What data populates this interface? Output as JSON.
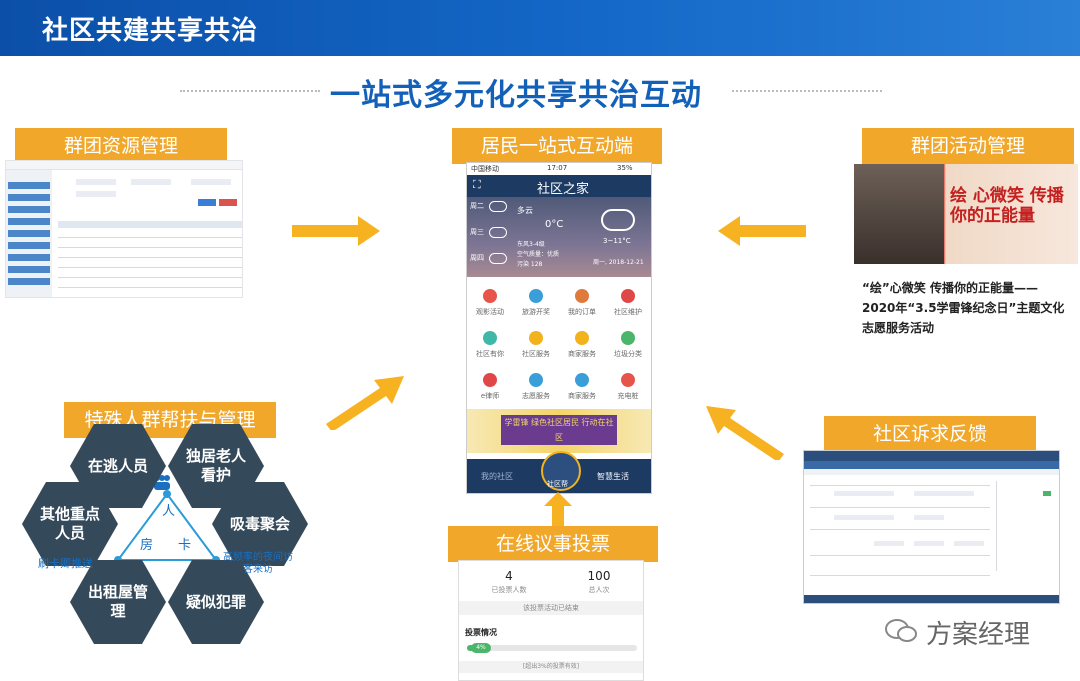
{
  "header": {
    "title": "社区共建共享共治"
  },
  "main_title": "一站式多元化共享共治互动",
  "sections": {
    "resource": {
      "label": "群团资源管理"
    },
    "resident": {
      "label": "居民一站式互动端"
    },
    "activity": {
      "label": "群团活动管理"
    },
    "special": {
      "label": "特殊人群帮扶与管理"
    },
    "vote": {
      "label": "在线议事投票"
    },
    "feedback": {
      "label": "社区诉求反馈"
    }
  },
  "activity": {
    "banner_big": "绘 心微笑 传播你的正能量",
    "caption": "“绘”心微笑 传播你的正能量—— 2020年“3.5学雷锋纪念日”主题文化志愿服务活动"
  },
  "phone": {
    "status_left": "中国移动",
    "status_time": "17:07",
    "status_right": "35%",
    "app_title": "社区之家",
    "days": [
      "周二",
      "周三",
      "周四"
    ],
    "weather_cond": "多云",
    "temp": "0°C",
    "aqi_label": "东风3-4级",
    "air_quality": "空气质量：优质",
    "pollen": "污染 128",
    "range": "3~11°C",
    "date": "周一, 2018-12-21",
    "grid": [
      {
        "label": "观影活动",
        "color": "#e6544a"
      },
      {
        "label": "旅游开奖",
        "color": "#3a9fd8"
      },
      {
        "label": "我的订单",
        "color": "#e07a3c"
      },
      {
        "label": "社区维护",
        "color": "#e04848"
      },
      {
        "label": "社区有你",
        "color": "#3fb8a8"
      },
      {
        "label": "社区服务",
        "color": "#f2b21c"
      },
      {
        "label": "商家服务",
        "color": "#f2b21c"
      },
      {
        "label": "垃圾分类",
        "color": "#4bb56a"
      },
      {
        "label": "e律师",
        "color": "#e04848"
      },
      {
        "label": "志愿服务",
        "color": "#3a9fd8"
      },
      {
        "label": "商家服务",
        "color": "#3a9fd8"
      },
      {
        "label": "充电桩",
        "color": "#e6544a"
      }
    ],
    "banner_text": "学雷锋 绿色社区居民 行动在社区",
    "nav_left": "我的社区",
    "nav_center": "社区帮",
    "nav_right": "智慧生活"
  },
  "special": {
    "hexes": [
      "在逃人员",
      "独居老人看护",
      "其他重点人员",
      "吸毒聚会",
      "出租屋管理",
      "疑似犯罪"
    ],
    "tri_top": "人",
    "tri_left": "房",
    "tri_right": "卡",
    "note_left": "刷卡卿推送",
    "note_right": "高频率的夜间访客来访"
  },
  "vote": {
    "voted_count": "4",
    "voted_label": "已投票人数",
    "total_count": "100",
    "total_label": "总人次",
    "status": "该投票活动已结束",
    "section": "投票情况",
    "progress_text": "4%",
    "progress": 0.04,
    "footer": "[超出3%的投票有效]"
  },
  "watermark": "方案经理"
}
